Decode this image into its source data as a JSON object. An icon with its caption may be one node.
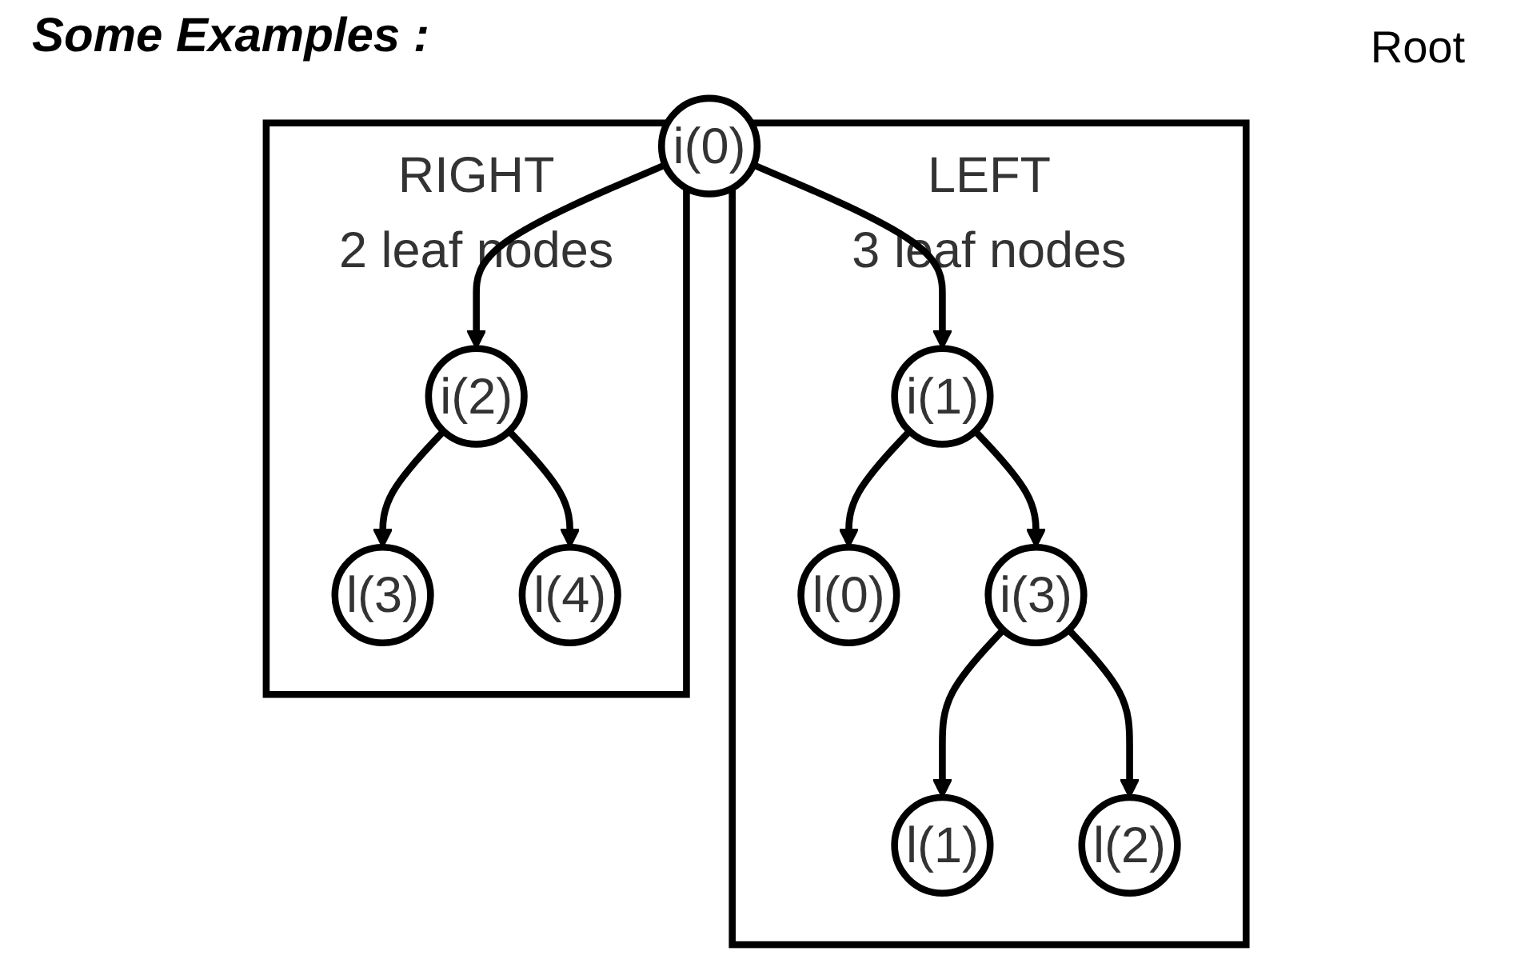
{
  "diagram": {
    "title": "Some Examples :",
    "nodes": [
      {
        "text": [
          "i(0)"
        ]
      },
      {
        "text": [
          "LEFT",
          "3 leaf nodes"
        ]
      },
      {
        "text": [
          "i(1)"
        ],
        "in": 1
      },
      {
        "text": [
          "l(0)"
        ],
        "in": 1
      },
      {
        "text": [
          "i(3)"
        ],
        "in": 1
      },
      {
        "text": [
          "l(1)"
        ],
        "in": 1
      },
      {
        "text": [
          "l(2)"
        ],
        "in": 1
      },
      {
        "text": [
          "RIGHT",
          "2 leaf nodes"
        ]
      },
      {
        "text": [
          "i(2)"
        ],
        "in": 7
      },
      {
        "text": [
          "l(3)"
        ],
        "in": 7
      },
      {
        "text": [
          "l(4)"
        ],
        "in": 7
      }
    ],
    "edges": [
      {
        "from": 0,
        "to": 2,
        "arrow": "to"
      },
      {
        "from": 0,
        "to": 8,
        "arrow": "to"
      },
      {
        "from": 2,
        "to": 3,
        "arrow": "to"
      },
      {
        "from": 2,
        "to": 4,
        "arrow": "to"
      },
      {
        "from": 4,
        "to": 5,
        "arrow": "to"
      },
      {
        "from": 4,
        "to": 6,
        "arrow": "to"
      },
      {
        "from": 8,
        "to": 9,
        "arrow": "to"
      },
      {
        "from": 8,
        "to": 10,
        "arrow": "to"
      }
    ],
    "labels": [
      "Root"
    ]
  }
}
